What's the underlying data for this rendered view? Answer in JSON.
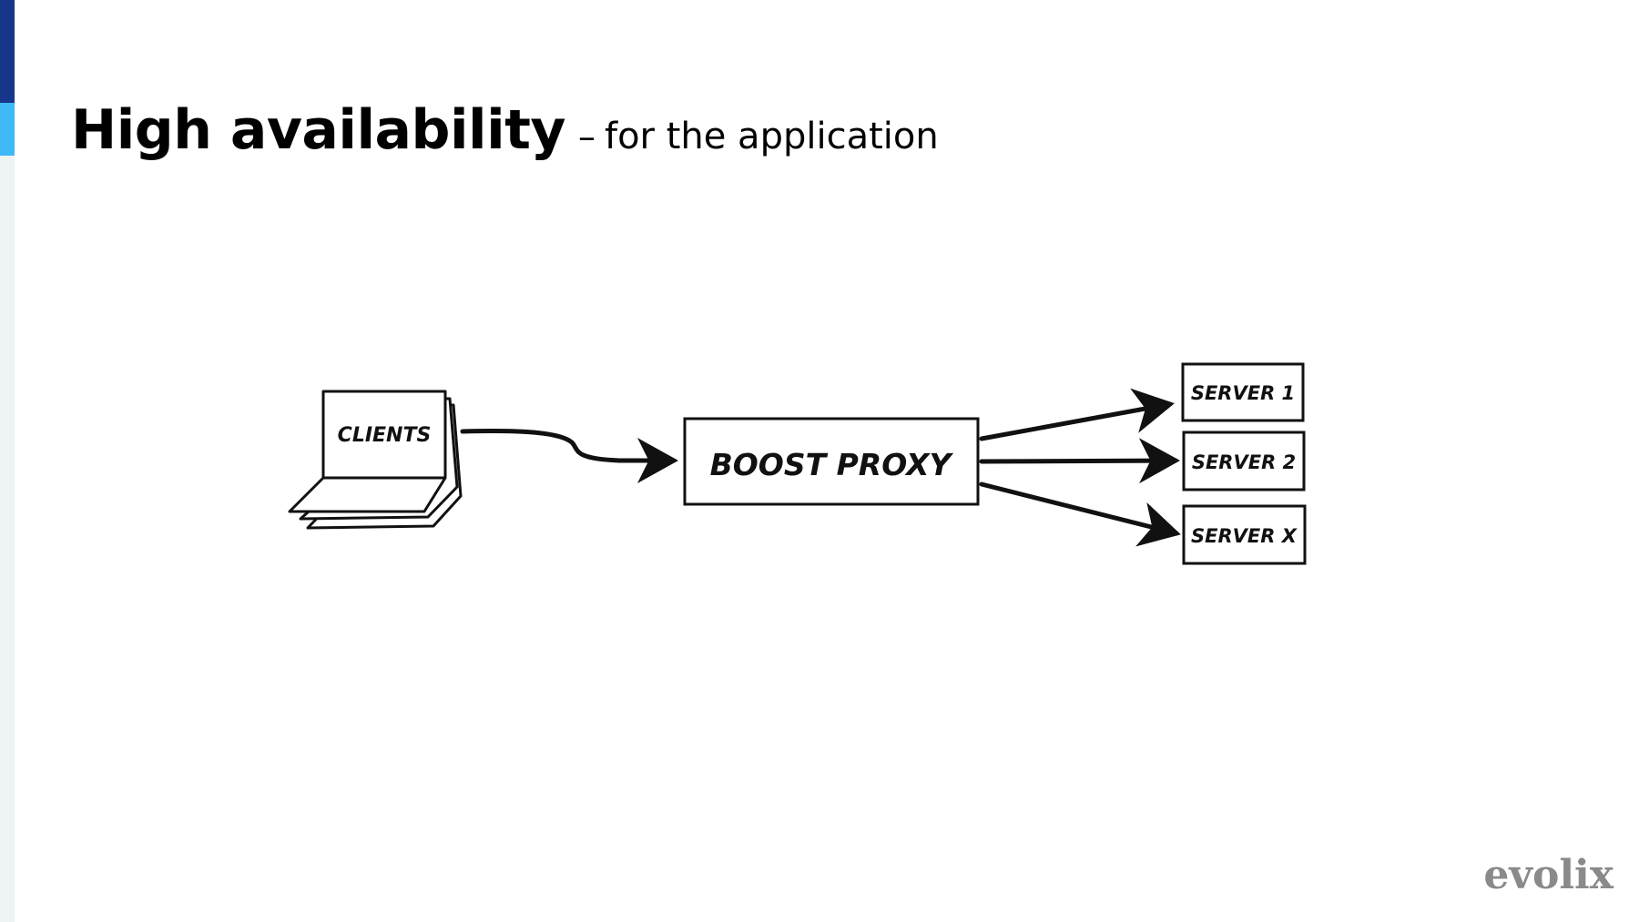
{
  "slide": {
    "title": "High availability",
    "separator": "–",
    "subtitle": "for the application"
  },
  "diagram": {
    "clients_label": "CLIENTS",
    "proxy_label": "BOOST PROXY",
    "servers": [
      "SERVER 1",
      "SERVER 2",
      "SERVER X"
    ]
  },
  "branding": {
    "logo_text": "evolix"
  },
  "colors": {
    "accent_dark": "#173689",
    "accent_light": "#3fb8f6",
    "accent_strip": "#eef3f4",
    "logo_gray": "#8a8a8a"
  }
}
